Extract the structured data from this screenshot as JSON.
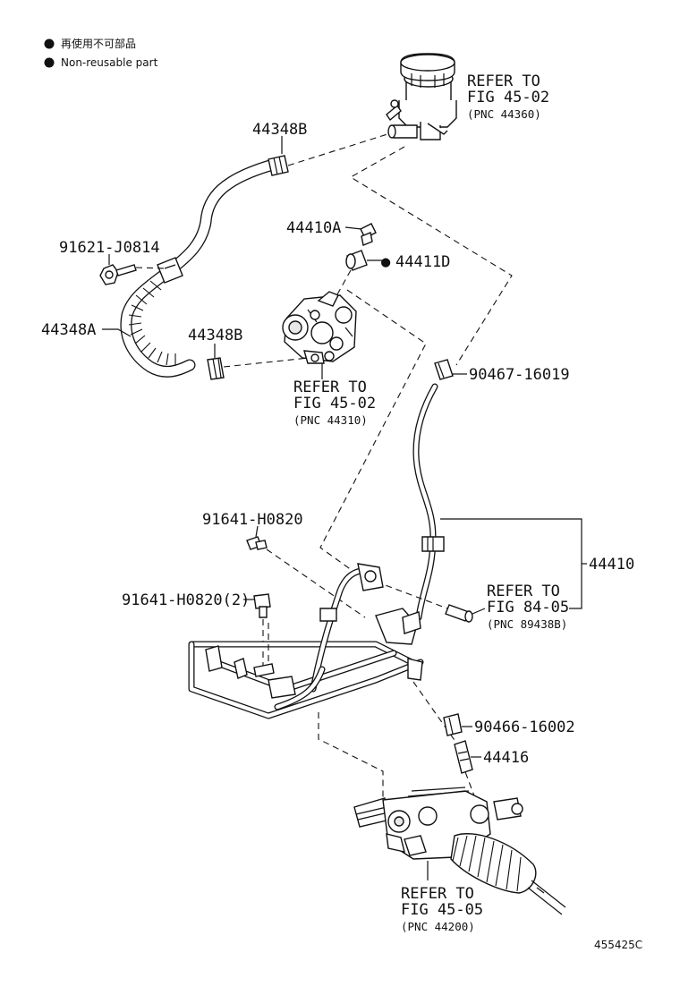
{
  "legend": {
    "items": [
      {
        "symbol": "●",
        "text": "再使用不可部品"
      },
      {
        "symbol": "●",
        "text": "Non-reusable part"
      }
    ]
  },
  "labels": {
    "clamp_upper": "44348B",
    "bolt_91621": "91621-J0814",
    "hose_44348a": "44348A",
    "clamp_lower": "44348B",
    "union_44410a": "44410A",
    "gasket_44411d": "44411D",
    "clamp_90467": "90467-16019",
    "bolt_91641_single": "91641-H0820",
    "bolt_91641_double": "91641-H0820(2)",
    "pipe_assy_44410": "44410",
    "clamp_90466": "90466-16002",
    "oring_44416": "44416"
  },
  "refs": {
    "reservoir": {
      "line1": "REFER TO",
      "line2": "FIG 45-02",
      "line3": "(PNC 44360)"
    },
    "pump": {
      "line1": "REFER TO",
      "line2": "FIG 45-02",
      "line3": "(PNC 44310)"
    },
    "sensor": {
      "line1": "REFER TO",
      "line2": "FIG 84-05",
      "line3": "(PNC 89438B)"
    },
    "gear": {
      "line1": "REFER TO",
      "line2": "FIG 45-05",
      "line3": "(PNC 44200)"
    }
  },
  "nonreusable_marker": "●",
  "figure_code": "455425C"
}
